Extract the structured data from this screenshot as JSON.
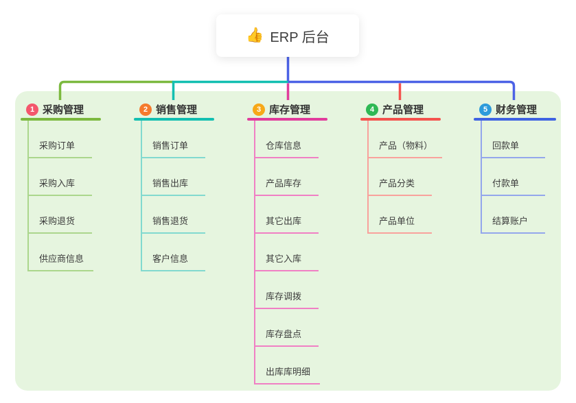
{
  "canvas": {
    "panel_bg": "#e6f5df",
    "card_bg": "#ffffff",
    "root_line_color": "#4c62e6",
    "text_dark": "#3c3c3c"
  },
  "root": {
    "icon": "👍",
    "icon_name": "thumbs-up-icon",
    "label": "ERP 后台"
  },
  "branches": [
    {
      "badge": "1",
      "label": "采购管理",
      "colors": {
        "badge": "#f4566c",
        "main": "#7cb93f",
        "light": "#abd68c"
      },
      "children": [
        "采购订单",
        "采购入库",
        "采购退货",
        "供应商信息"
      ]
    },
    {
      "badge": "2",
      "label": "销售管理",
      "colors": {
        "badge": "#f57a2d",
        "main": "#13bfb1",
        "light": "#81d9cf"
      },
      "children": [
        "销售订单",
        "销售出库",
        "销售退货",
        "客户信息"
      ]
    },
    {
      "badge": "3",
      "label": "库存管理",
      "colors": {
        "badge": "#f7a819",
        "main": "#e13c9c",
        "light": "#f07fc4"
      },
      "children": [
        "仓库信息",
        "产品库存",
        "其它出库",
        "其它入库",
        "库存调拨",
        "库存盘点",
        "出库库明细"
      ]
    },
    {
      "badge": "4",
      "label": "产品管理",
      "colors": {
        "badge": "#2eb854",
        "main": "#f4534e",
        "light": "#f9a19c"
      },
      "children": [
        "产品（物料）",
        "产品分类",
        "产品单位"
      ]
    },
    {
      "badge": "5",
      "label": "财务管理",
      "colors": {
        "badge": "#2d9bdb",
        "main": "#3f63e2",
        "light": "#93a6ec"
      },
      "children": [
        "回款单",
        "付款单",
        "结算账户"
      ]
    }
  ]
}
